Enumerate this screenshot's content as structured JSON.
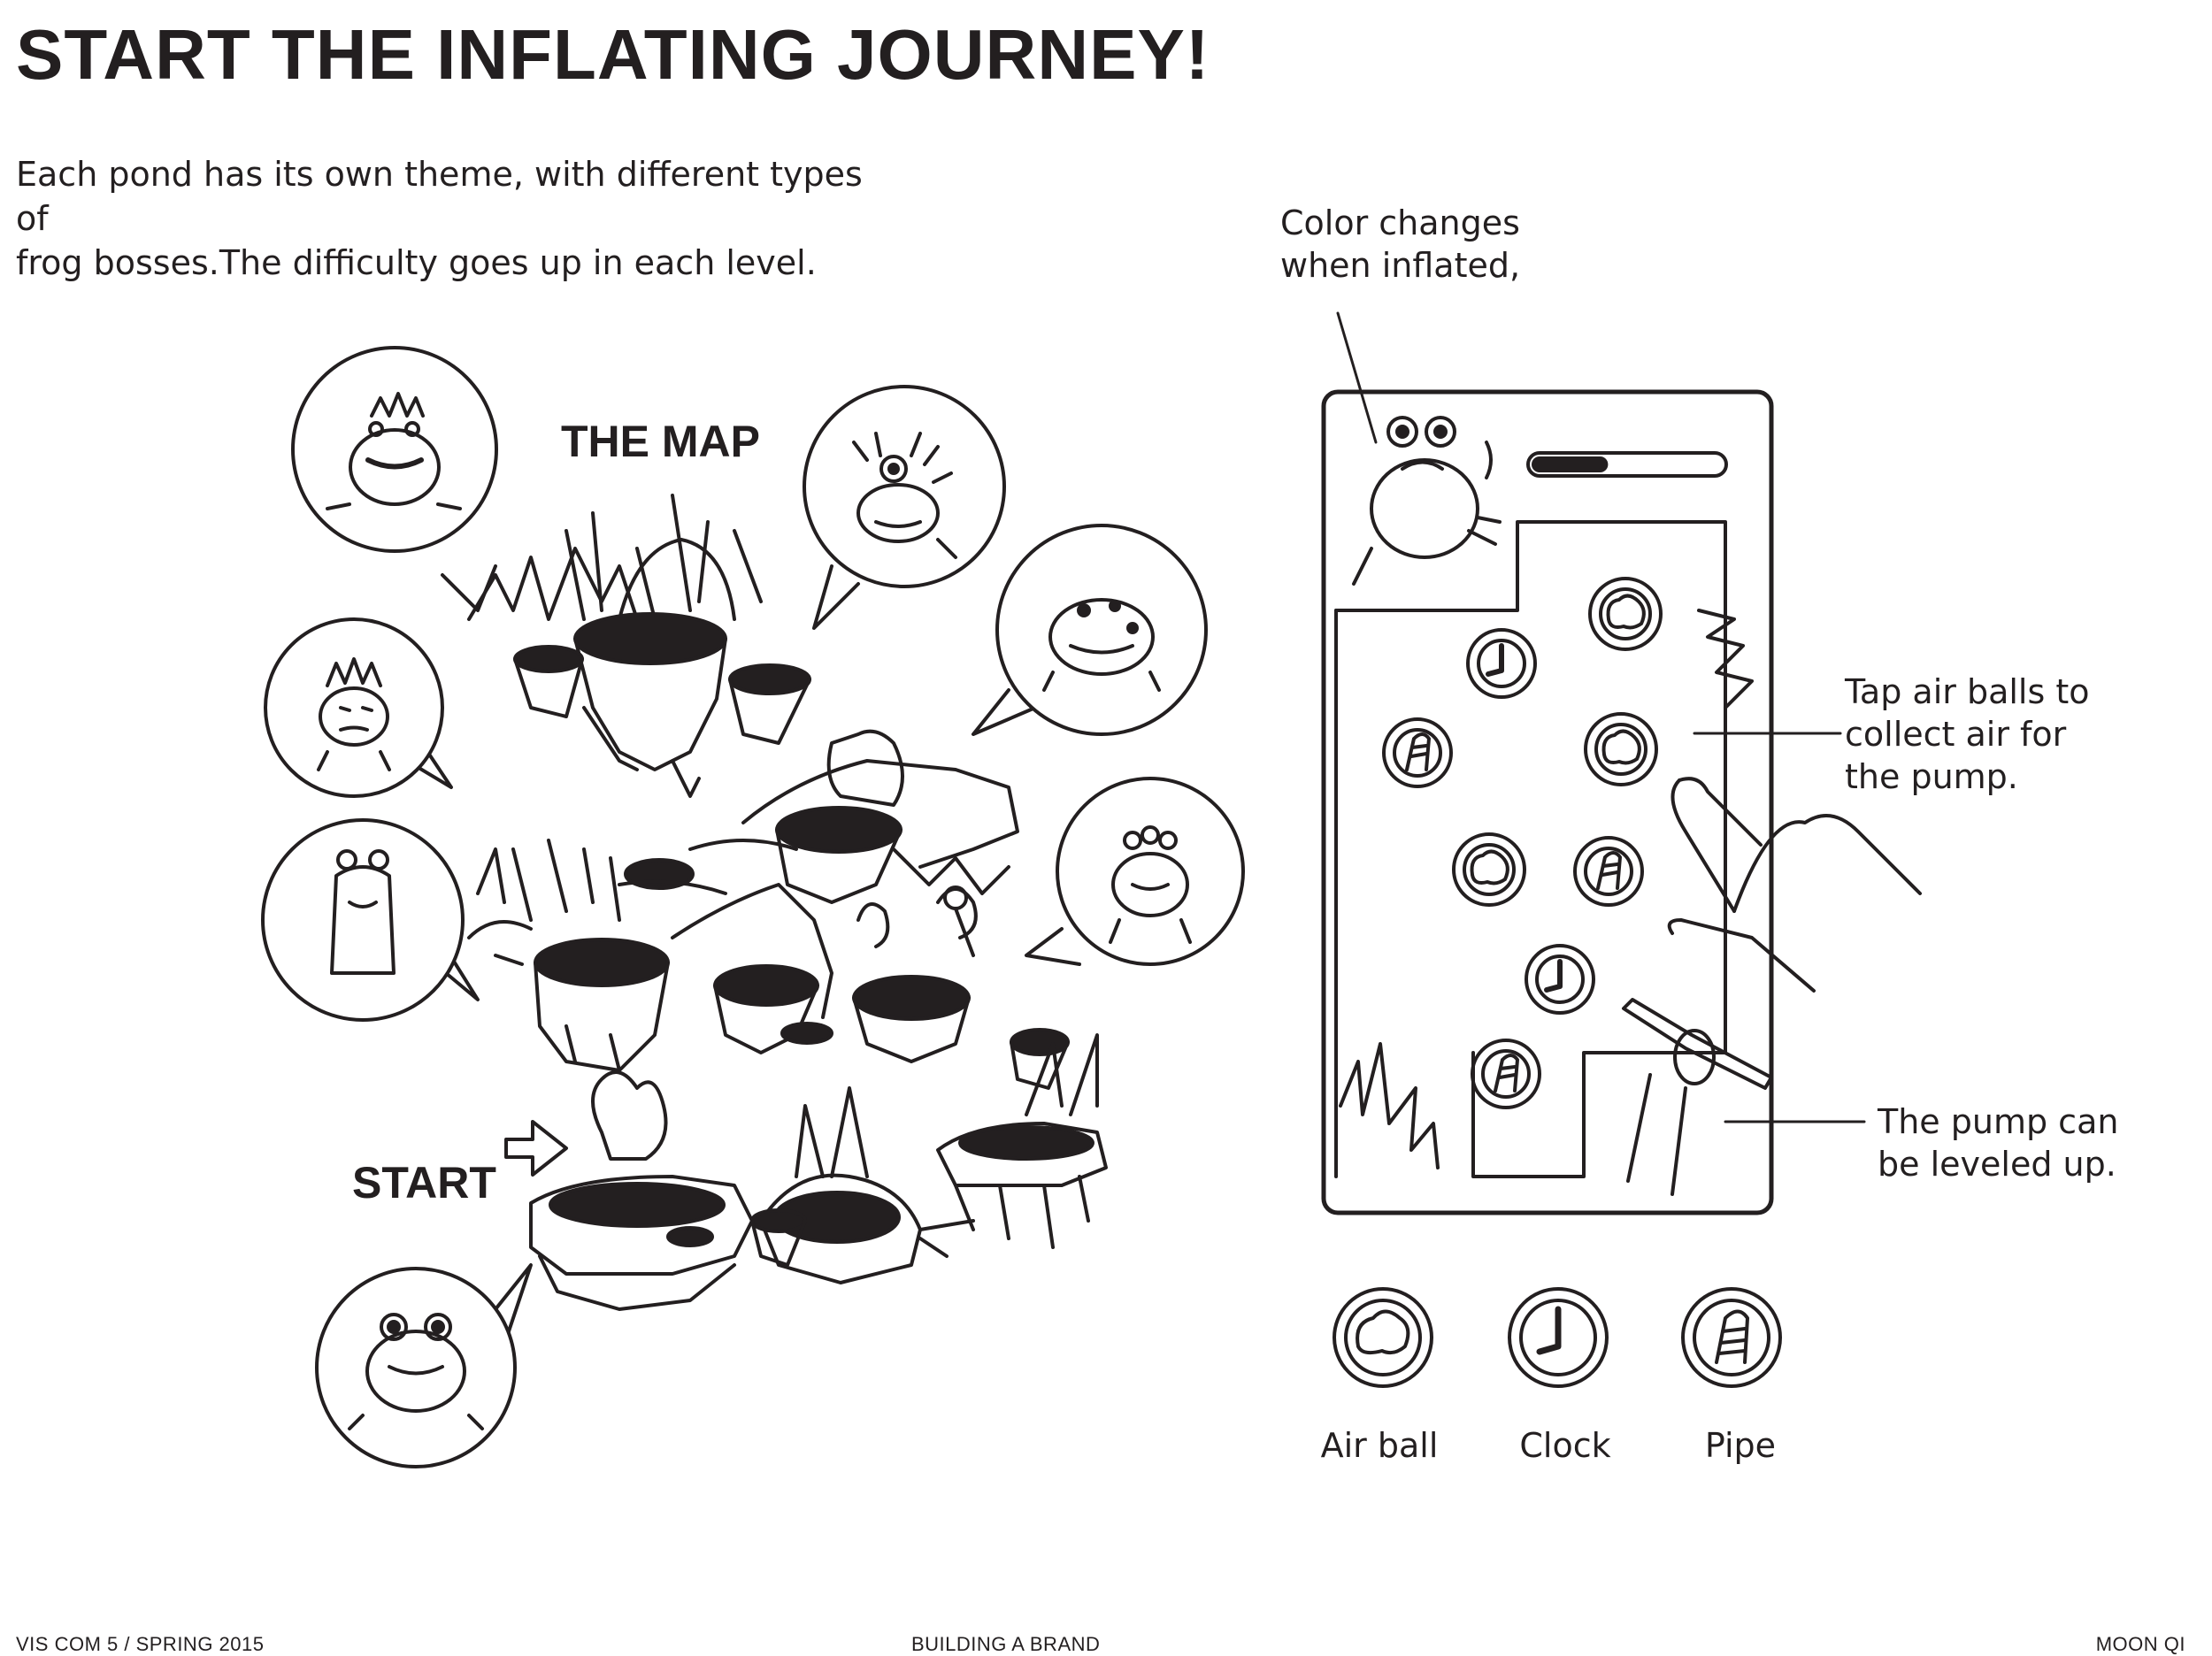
{
  "page": {
    "title": "START THE INFLATING JOURNEY!",
    "intro_line1": "Each pond has its own theme, with different types of",
    "intro_line2": "frog bosses.The difficulty goes up in each level."
  },
  "map": {
    "title": "THE MAP",
    "start_label": "START"
  },
  "game_screen": {
    "annotation_color": "Color changes when inflated,",
    "annotation_tap": "Tap air balls to collect air for the pump.",
    "annotation_pump": "The pump can be leveled up.",
    "progress_fraction": 0.4
  },
  "legend": {
    "items": [
      {
        "label": "Air ball",
        "icon": "air-ball-icon"
      },
      {
        "label": "Clock",
        "icon": "clock-icon"
      },
      {
        "label": "Pipe",
        "icon": "pipe-icon"
      }
    ]
  },
  "footer": {
    "left": "VIS COM 5 / SPRING 2015",
    "center": "BUILDING A BRAND",
    "right": "MOON QI"
  }
}
